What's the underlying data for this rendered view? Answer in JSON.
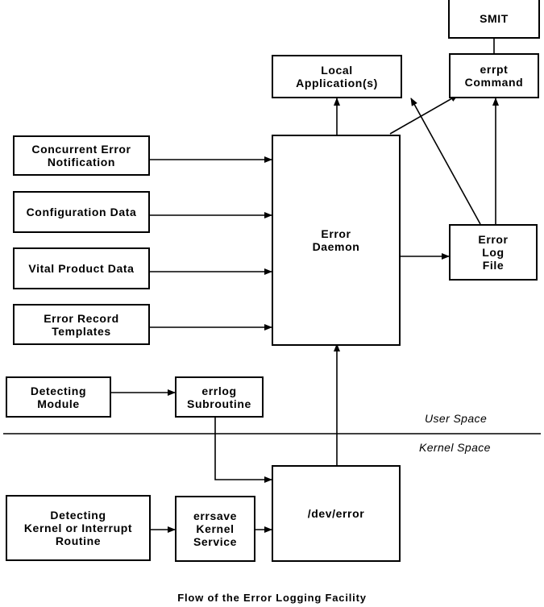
{
  "nodes": {
    "smit": "SMIT",
    "local_apps": "Local\nApplication(s)",
    "errpt": "errpt\nCommand",
    "concurrent": "Concurrent Error\nNotification",
    "config": "Configuration Data",
    "vpd": "Vital Product Data",
    "templates": "Error Record\nTemplates",
    "daemon": "Error\nDaemon",
    "logfile": "Error\nLog\nFile",
    "detecting_module": "Detecting\nModule",
    "errlog": "errlog\nSubroutine",
    "dev_error": "/dev/error",
    "detecting_kernel": "Detecting\nKernel or Interrupt\nRoutine",
    "errsave": "errsave\nKernel\nService"
  },
  "labels": {
    "user_space": "User Space",
    "kernel_space": "Kernel Space"
  },
  "caption": "Flow of the Error Logging Facility"
}
